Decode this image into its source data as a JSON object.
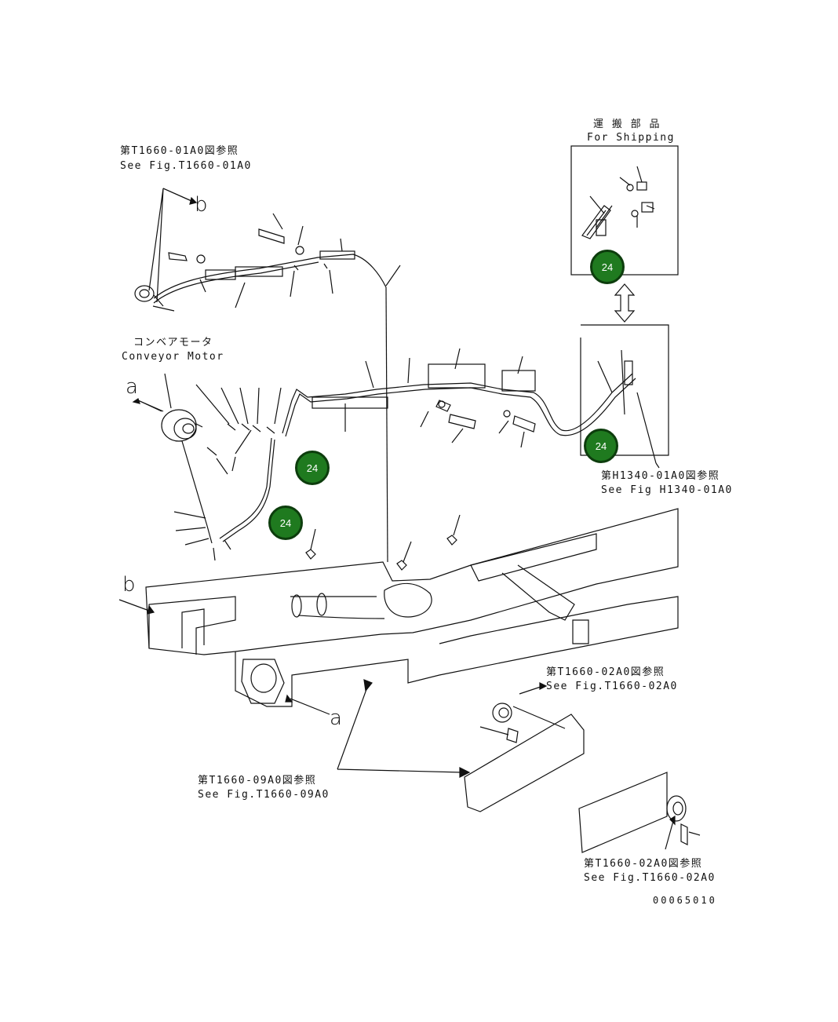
{
  "shipping": {
    "jp": "運 搬 部 品",
    "en": "For Shipping"
  },
  "refs": {
    "t1660_01": {
      "jp": "第T1660-01A0図参照",
      "en": "See Fig.T1660-01A0"
    },
    "h1340_01": {
      "jp": "第H1340-01A0図参照",
      "en": "See Fig H1340-01A0"
    },
    "t1660_02_upper": {
      "jp": "第T1660-02A0図参照",
      "en": "See Fig.T1660-02A0"
    },
    "t1660_09": {
      "jp": "第T1660-09A0図参照",
      "en": "See Fig.T1660-09A0"
    },
    "t1660_02_lower": {
      "jp": "第T1660-02A0図参照",
      "en": "See Fig.T1660-02A0"
    }
  },
  "conveyor_motor": {
    "jp": "コンベアモータ",
    "en": "Conveyor Motor"
  },
  "view_letters": {
    "a": "a",
    "b": "b"
  },
  "callouts": [
    "24",
    "24",
    "24",
    "24"
  ],
  "doc_number": "00065010",
  "colors": {
    "callout_fill": "#1f7a1f",
    "line": "#111111"
  }
}
